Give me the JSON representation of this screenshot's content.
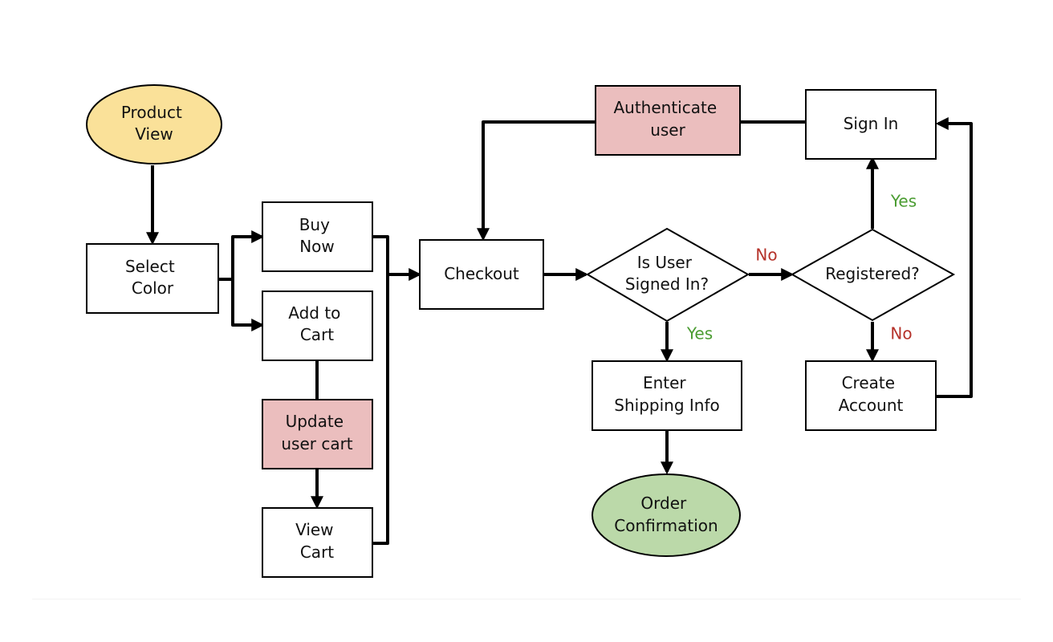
{
  "colors": {
    "start": "#fae199",
    "process": "#ffffff",
    "highlight": "#ebbebe",
    "end": "#bbd9a9",
    "yes": "#4a9c31",
    "no": "#b5322a",
    "line": "#000000"
  },
  "nodes": {
    "product_view": [
      "Product",
      "View"
    ],
    "select_color": [
      "Select",
      "Color"
    ],
    "buy_now": [
      "Buy",
      "Now"
    ],
    "add_to_cart": [
      "Add to",
      "Cart"
    ],
    "update_user_cart": [
      "Update",
      "user cart"
    ],
    "view_cart": [
      "View",
      "Cart"
    ],
    "checkout": [
      "Checkout"
    ],
    "is_user_signed_in": [
      "Is User",
      "Signed In?"
    ],
    "registered": [
      "Registered?"
    ],
    "authenticate_user": [
      "Authenticate",
      "user"
    ],
    "sign_in": [
      "Sign In"
    ],
    "create_account": [
      "Create",
      "Account"
    ],
    "enter_shipping_info": [
      "Enter",
      "Shipping Info"
    ],
    "order_confirmation": [
      "Order",
      "Confirmation"
    ]
  },
  "edge_labels": {
    "signed_in_no": "No",
    "signed_in_yes": "Yes",
    "registered_yes": "Yes",
    "registered_no": "No"
  }
}
